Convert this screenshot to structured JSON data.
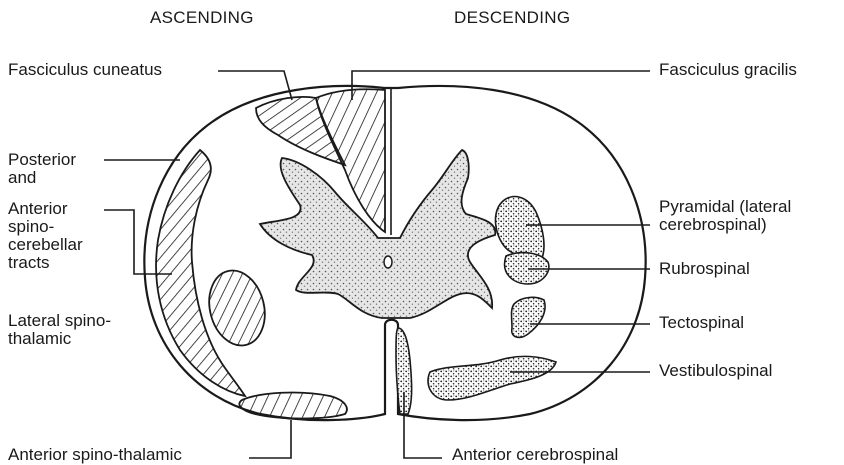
{
  "headers": {
    "left": "ASCENDING",
    "right": "DESCENDING"
  },
  "labels": {
    "fasciculus_cuneatus": "Fasciculus cuneatus",
    "fasciculus_gracilis": "Fasciculus gracilis",
    "posterior_and": "Posterior\nand",
    "anterior_spinocerebellar_tracts": "Anterior\nspino-\ncerebellar\ntracts",
    "lateral_spinothalamic": "Lateral spino-\nthalamic",
    "anterior_spinothalamic": "Anterior spino-thalamic",
    "pyramidal": "Pyramidal (lateral\ncerebrospinal)",
    "rubrospinal": "Rubrospinal",
    "tectospinal": "Tectospinal",
    "vestibulospinal": "Vestibulospinal",
    "anterior_cerebrospinal": "Anterior cerebrospinal"
  },
  "colors": {
    "ink": "#1a1a1a",
    "stipple_fill": "#e6e6e6"
  }
}
